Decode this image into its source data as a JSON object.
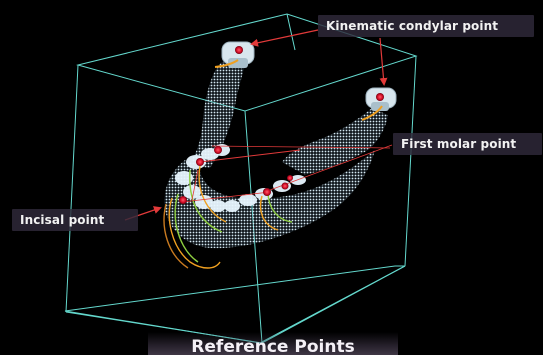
{
  "labels": {
    "kinematic_condylar": "Kinematic condylar point",
    "first_molar": "First molar point",
    "incisal": "Incisal point"
  },
  "caption": "Reference Points",
  "colors": {
    "background": "#000000",
    "box_edges": "#6ff0e4",
    "mesh": "#cfefff",
    "reference_point": "#e8203a",
    "pointer_lines": "#e23a3a",
    "motion_path_orange": "#f0a020",
    "motion_path_green": "#8fcf40",
    "label_background": "#302a3a"
  },
  "icons": [
    "reference-point-marker",
    "pointer-arrow"
  ]
}
